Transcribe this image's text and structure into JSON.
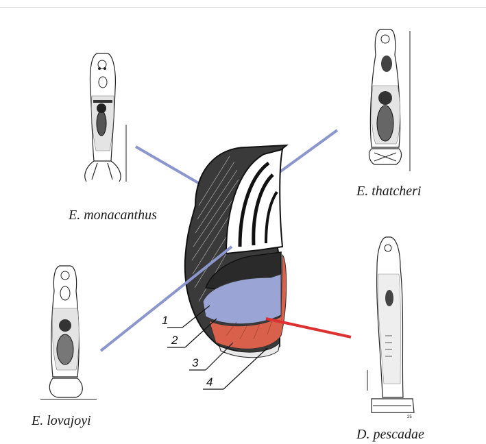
{
  "species": {
    "monacanthus": "E. monacanthus",
    "thatcheri": "E. thatcheri",
    "lovajoyi": "E. lovajoyi",
    "pescadae": "D. pescadae"
  },
  "shell_layers": [
    "1",
    "2",
    "3",
    "4"
  ],
  "colors": {
    "connector_blue": "#8a96cc",
    "connector_red": "#dd3030",
    "layer_blue": "#9aa5d6",
    "layer_red": "#d9604a"
  }
}
